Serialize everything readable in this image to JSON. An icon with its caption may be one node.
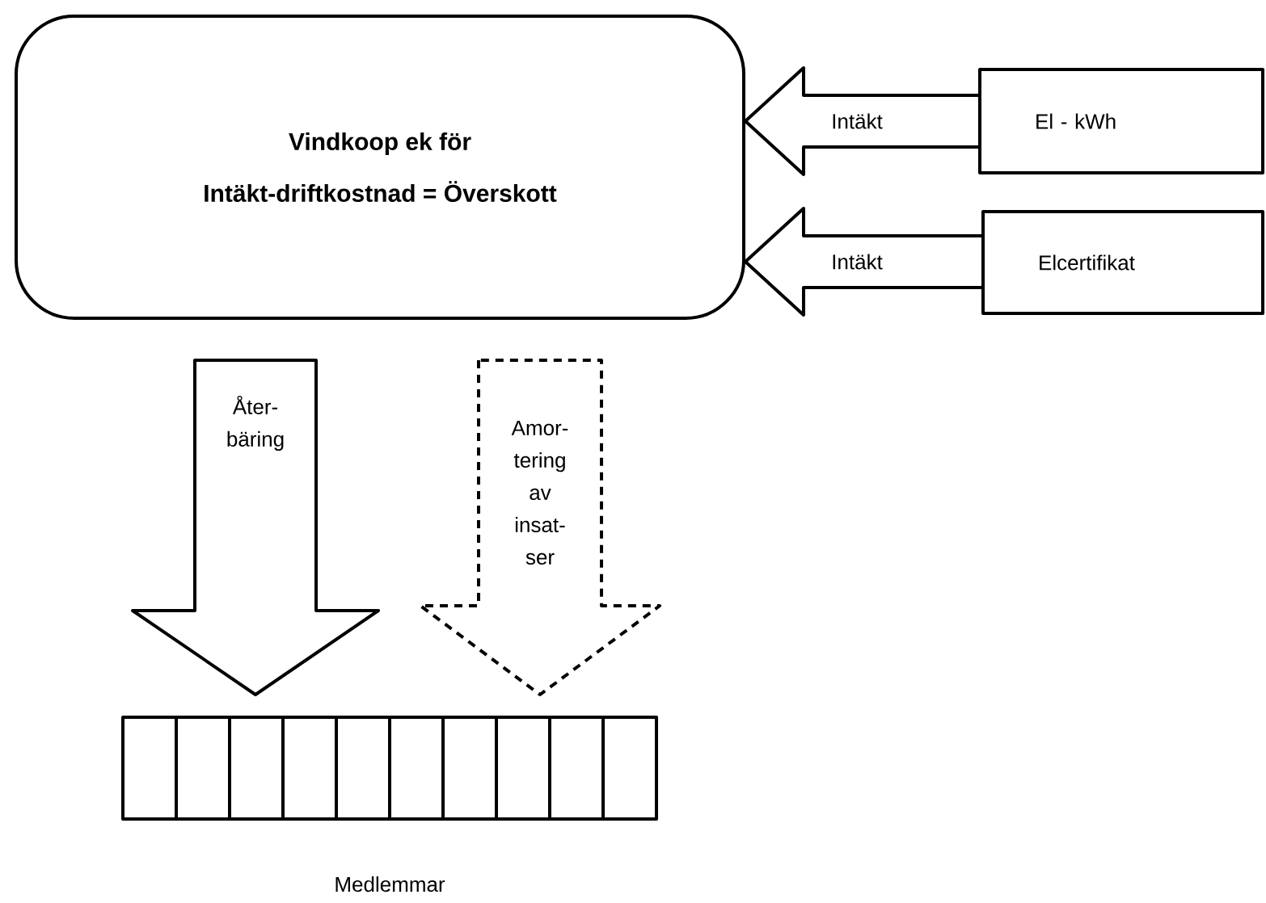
{
  "diagram": {
    "nodes": [
      {
        "text": [
          "Vindkoop ek för",
          "Intäkt-driftkostnad = Överskott"
        ]
      },
      {
        "text": [
          "El - kWh"
        ]
      },
      {
        "text": [
          "Elcertifikat"
        ]
      },
      {
        "text": [],
        "shape": "bar",
        "beside": [
          "Medlemmar"
        ]
      }
    ],
    "edges": [
      {
        "from": 1,
        "to": 0,
        "arrow": "to",
        "label": "Intäkt"
      },
      {
        "from": 2,
        "to": 0,
        "arrow": "to",
        "label": "Intäkt"
      },
      {
        "from": 0,
        "to": 3,
        "arrow": "to",
        "label": "Åter- bäring"
      },
      {
        "from": 0,
        "to": 3,
        "arrow": "to",
        "label": "Amor- tering av insat- ser",
        "style": "dashed"
      }
    ]
  }
}
